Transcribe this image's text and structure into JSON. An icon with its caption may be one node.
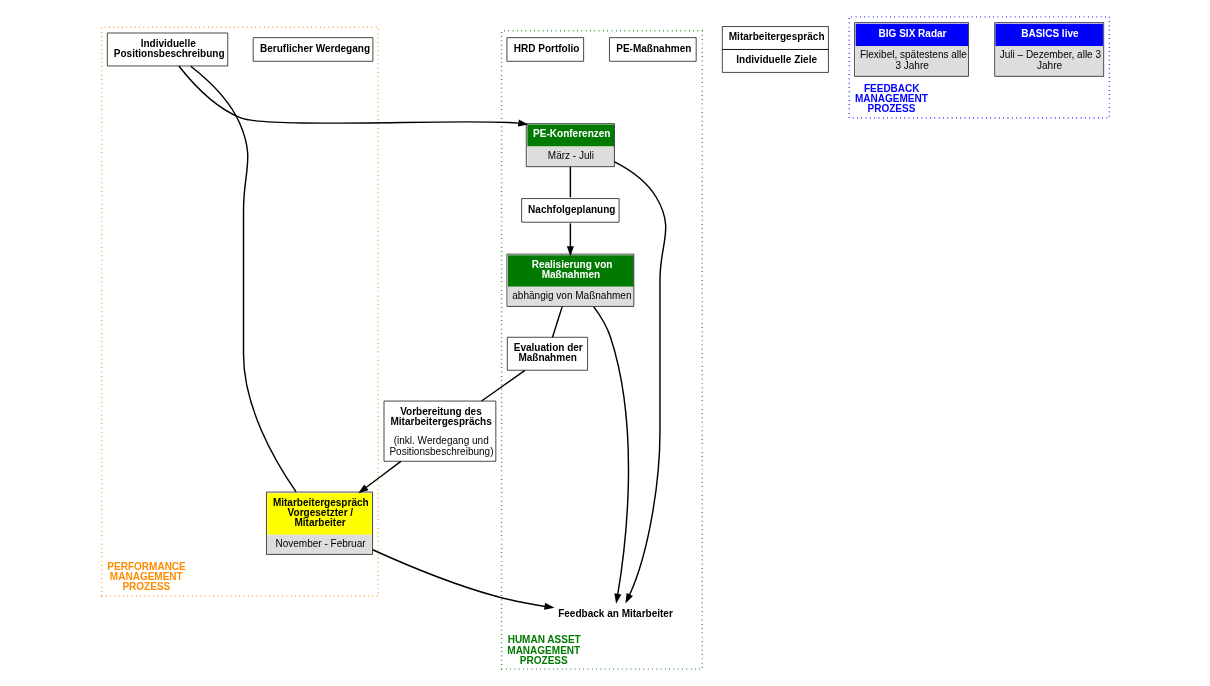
{
  "diagram": {
    "nodes": [
      {
        "text": [
          "PERFORMANCE MANAGEMENT PROZESS"
        ]
      },
      {
        "text": [
          "Beruflicher Werdegang"
        ],
        "in": 0
      },
      {
        "text": [
          "Individuelle Positionsbeschreibung"
        ],
        "in": 0
      },
      {
        "text": [
          "Mitarbeitergespräch",
          "Individuelle Ziele"
        ]
      },
      {
        "text": [
          "Mitarbeitergespräch Vorgesetzter / Mitarbeiter",
          "November - Februar"
        ],
        "in": 0
      },
      {
        "text": [
          "Vorbereitung des Mitarbeitergesprächs",
          "(inkl. Werdegang und Positionsbeschreibung)"
        ]
      },
      {
        "text": [
          "HUMAN ASSET MANAGEMENT PROZESS"
        ]
      },
      {
        "text": [
          "PE-Konferenzen",
          "März - Juli"
        ],
        "in": 6
      },
      {
        "text": [
          "PE-Maßnahmen"
        ],
        "in": 6
      },
      {
        "text": [
          "Nachfolgeplanung"
        ],
        "in": 6
      },
      {
        "text": [
          "HRD Portfolio"
        ],
        "in": 6
      },
      {
        "text": [
          "Feedback an Mitarbeiter"
        ],
        "in": 6
      },
      {
        "text": [
          "Realisierung von Maßnahmen",
          "abhängig von Maßnahmen"
        ],
        "in": 6
      },
      {
        "text": [
          "Evaluation der Maßnahmen"
        ],
        "in": 6
      },
      {
        "text": [
          "FEEDBACK MANAGEMENT PROZESS"
        ]
      },
      {
        "text": [
          "BASICS live",
          "Juli – Dezember, alle 3 Jahre"
        ],
        "in": 14
      },
      {
        "text": [
          "BIG SIX Radar",
          "Flexibel, spätestens alle 3 Jahre"
        ],
        "in": 14
      }
    ],
    "edges": [
      {
        "from": 4,
        "to": 2,
        "arrow": "none"
      },
      {
        "from": 2,
        "to": 7,
        "arrow": "to"
      },
      {
        "from": 7,
        "to": 9,
        "arrow": "none"
      },
      {
        "from": 9,
        "to": 12,
        "arrow": "to"
      },
      {
        "from": 12,
        "to": 13,
        "arrow": "none"
      },
      {
        "from": 13,
        "to": 5,
        "arrow": "none"
      },
      {
        "from": 5,
        "to": 4,
        "arrow": "to"
      },
      {
        "from": 7,
        "to": 11,
        "arrow": "to"
      },
      {
        "from": 4,
        "to": 11,
        "arrow": "to"
      },
      {
        "from": 12,
        "to": 11,
        "arrow": "to"
      }
    ]
  }
}
